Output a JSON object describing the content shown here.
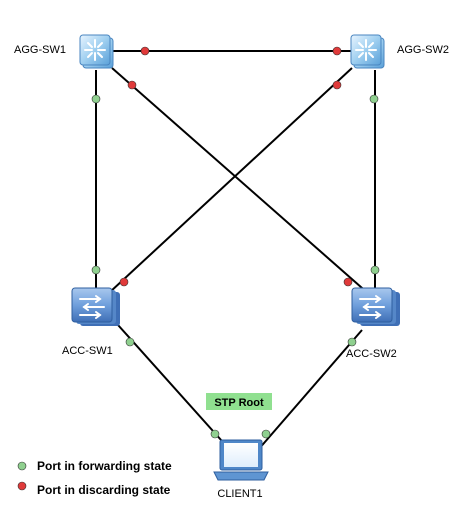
{
  "diagram": {
    "nodes": {
      "agg_sw1": {
        "label": "AGG-SW1",
        "kind": "aggregation-switch"
      },
      "agg_sw2": {
        "label": "AGG-SW2",
        "kind": "aggregation-switch"
      },
      "acc_sw1": {
        "label": "ACC-SW1",
        "kind": "access-switch"
      },
      "acc_sw2": {
        "label": "ACC-SW2",
        "kind": "access-switch"
      },
      "client1": {
        "label": "CLIENT1",
        "kind": "laptop"
      }
    },
    "links": [
      {
        "from": "AGG-SW1",
        "to": "AGG-SW2",
        "from_port": "discarding",
        "to_port": "discarding"
      },
      {
        "from": "AGG-SW1",
        "to": "ACC-SW1",
        "from_port": "forwarding",
        "to_port": "forwarding"
      },
      {
        "from": "AGG-SW1",
        "to": "ACC-SW2",
        "from_port": "discarding",
        "to_port": "discarding"
      },
      {
        "from": "AGG-SW2",
        "to": "ACC-SW1",
        "from_port": "discarding",
        "to_port": "discarding"
      },
      {
        "from": "AGG-SW2",
        "to": "ACC-SW2",
        "from_port": "forwarding",
        "to_port": "forwarding"
      },
      {
        "from": "ACC-SW1",
        "to": "CLIENT1",
        "from_port": "forwarding",
        "to_port": "forwarding"
      },
      {
        "from": "ACC-SW2",
        "to": "CLIENT1",
        "from_port": "forwarding",
        "to_port": "forwarding"
      }
    ],
    "stp_root_label": "STP Root",
    "legend": {
      "forwarding": "Port in forwarding state",
      "discarding": "Port in discarding state"
    },
    "colors": {
      "forwarding": "#8fd08f",
      "discarding": "#e03a3a",
      "stp_root_bg": "#90e090",
      "link": "#000000"
    }
  }
}
